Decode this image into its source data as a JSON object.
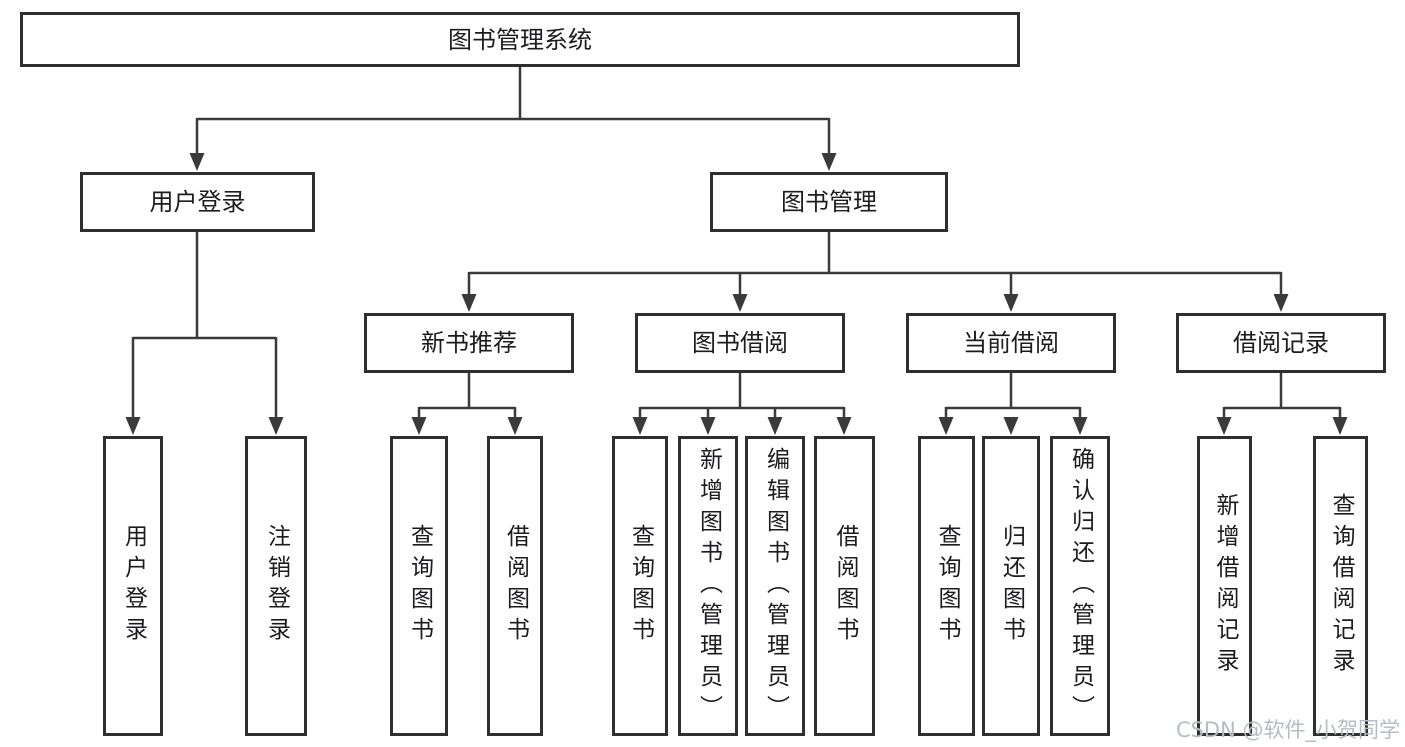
{
  "diagram": {
    "type": "tree",
    "root": {
      "label": "图书管理系统"
    },
    "branches": [
      {
        "label": "用户登录",
        "leaves": [
          "用户登录",
          "注销登录"
        ]
      },
      {
        "label": "图书管理",
        "children": [
          {
            "label": "新书推荐",
            "leaves": [
              "查询图书",
              "借阅图书"
            ]
          },
          {
            "label": "图书借阅",
            "leaves": [
              "查询图书",
              "新增图书（管理员）",
              "编辑图书（管理员）",
              "借阅图书"
            ]
          },
          {
            "label": "当前借阅",
            "leaves": [
              "查询图书",
              "归还图书",
              "确认归还（管理员）"
            ]
          },
          {
            "label": "借阅记录",
            "leaves": [
              "新增借阅记录",
              "查询借阅记录"
            ]
          }
        ]
      }
    ]
  },
  "watermark": {
    "text": "CSDN @软件_小贺同学"
  },
  "colors": {
    "line": "#3a3a3a",
    "box_border": "#2f2f2f",
    "text": "#1c1c1e",
    "background": "#ffffff",
    "watermark": "#b7bbc2"
  }
}
